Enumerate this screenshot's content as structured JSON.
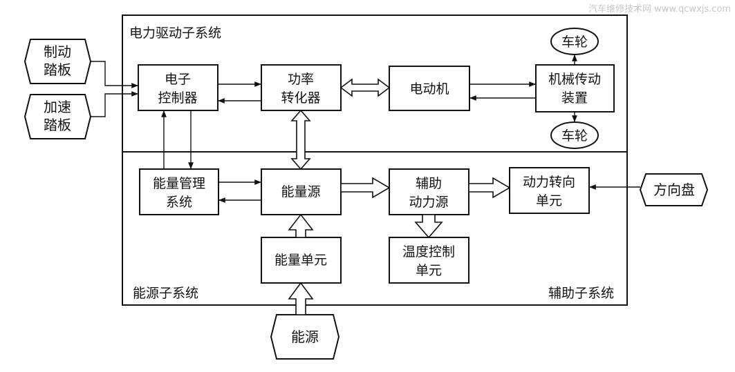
{
  "watermark": "汽车维修技术网 www.qcwxjs.com",
  "regions": {
    "drive": "电力驱动子系统",
    "energy": "能源子系统",
    "aux": "辅助子系统"
  },
  "inputs": {
    "brake": [
      "制动",
      "踏板"
    ],
    "accel": [
      "加速",
      "踏板"
    ],
    "steering": [
      "方向盘"
    ],
    "energy": [
      "能源"
    ]
  },
  "blocks": {
    "ecu": [
      "电子",
      "控制器"
    ],
    "converter": [
      "功率",
      "转化器"
    ],
    "motor": [
      "电动机"
    ],
    "transmission": [
      "机械传动",
      "装置"
    ],
    "wheel_top": [
      "车轮"
    ],
    "wheel_bottom": [
      "车轮"
    ],
    "ems": [
      "能量管理",
      "系统"
    ],
    "energy_source": [
      "能量源"
    ],
    "aux_power": [
      "辅助",
      "动力源"
    ],
    "power_steering": [
      "动力转向",
      "单元"
    ],
    "energy_unit": [
      "能量单元"
    ],
    "temp_control": [
      "温度控制",
      "单元"
    ]
  }
}
